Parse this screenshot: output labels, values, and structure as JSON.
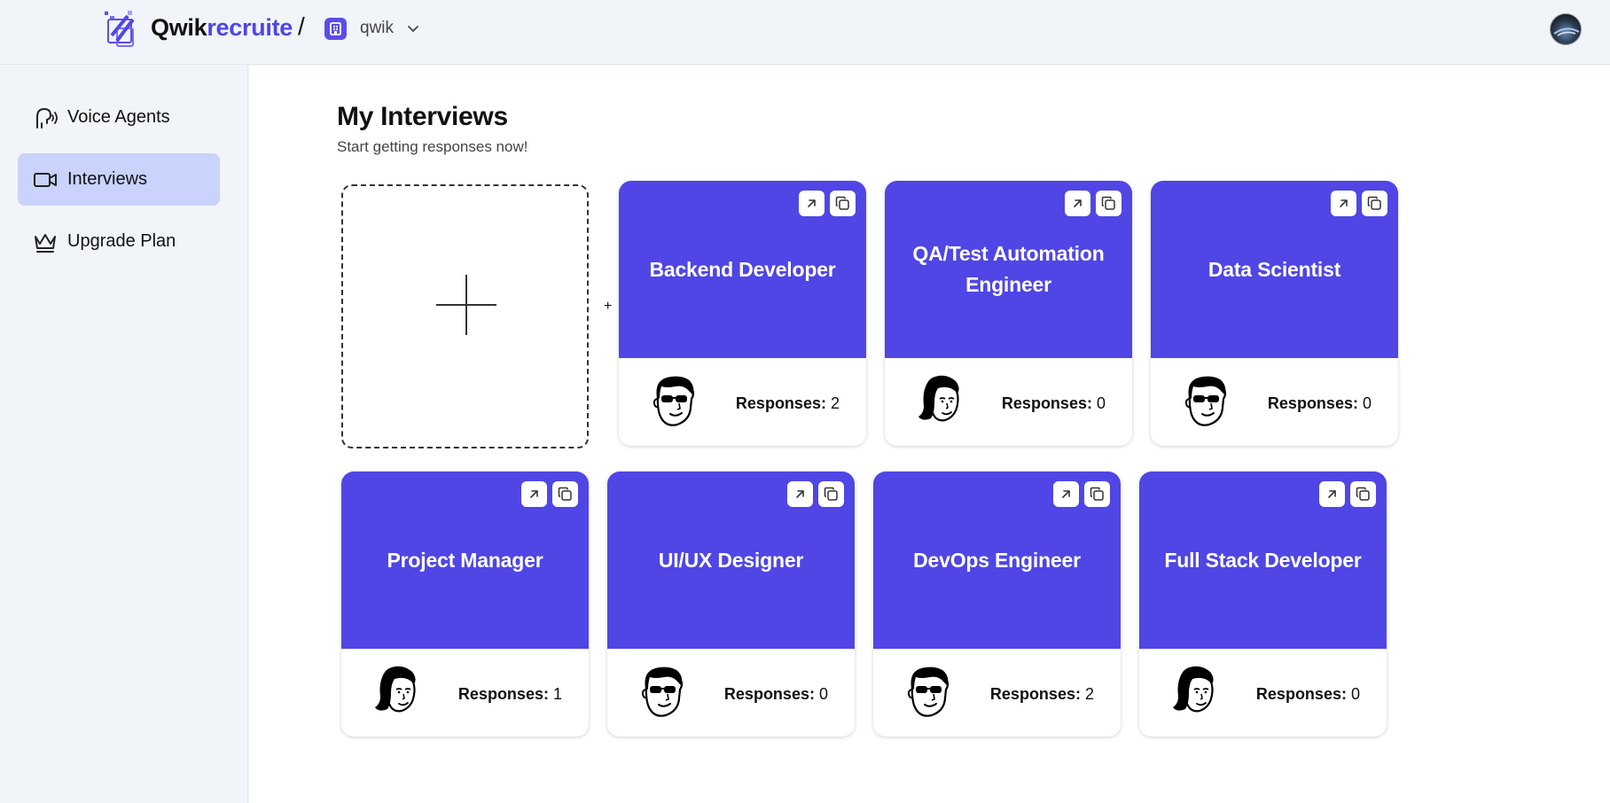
{
  "header": {
    "brand_part1": "Qwik",
    "brand_part2": "recruite",
    "separator": "/",
    "org_name": "qwik",
    "colors": {
      "brand": "#4f46e5",
      "org_icon": "#5b4de6"
    }
  },
  "sidebar": {
    "items": [
      {
        "label": "Voice Agents",
        "icon": "voice-agent-icon",
        "active": false
      },
      {
        "label": "Interviews",
        "icon": "video-camera-icon",
        "active": true
      },
      {
        "label": "Upgrade Plan",
        "icon": "crown-icon",
        "active": false
      }
    ]
  },
  "main": {
    "title": "My Interviews",
    "subtitle": "Start getting responses now!",
    "new_card_extra": "+",
    "responses_label": "Responses:",
    "cards": [
      {
        "title": "Backend Developer",
        "responses": "2",
        "interviewer": "male-interviewer-avatar-icon"
      },
      {
        "title": "QA/Test Automation Engineer",
        "responses": "0",
        "interviewer": "female-interviewer-avatar-icon"
      },
      {
        "title": "Data Scientist",
        "responses": "0",
        "interviewer": "male-interviewer-avatar-icon"
      },
      {
        "title": "Project Manager",
        "responses": "1",
        "interviewer": "female-interviewer-avatar-icon"
      },
      {
        "title": "UI/UX Designer",
        "responses": "0",
        "interviewer": "male-interviewer-avatar-icon"
      },
      {
        "title": "DevOps Engineer",
        "responses": "2",
        "interviewer": "male-interviewer-avatar-icon"
      },
      {
        "title": "Full Stack Developer",
        "responses": "0",
        "interviewer": "female-interviewer-avatar-icon"
      }
    ],
    "card_color": "#4f46e5"
  }
}
